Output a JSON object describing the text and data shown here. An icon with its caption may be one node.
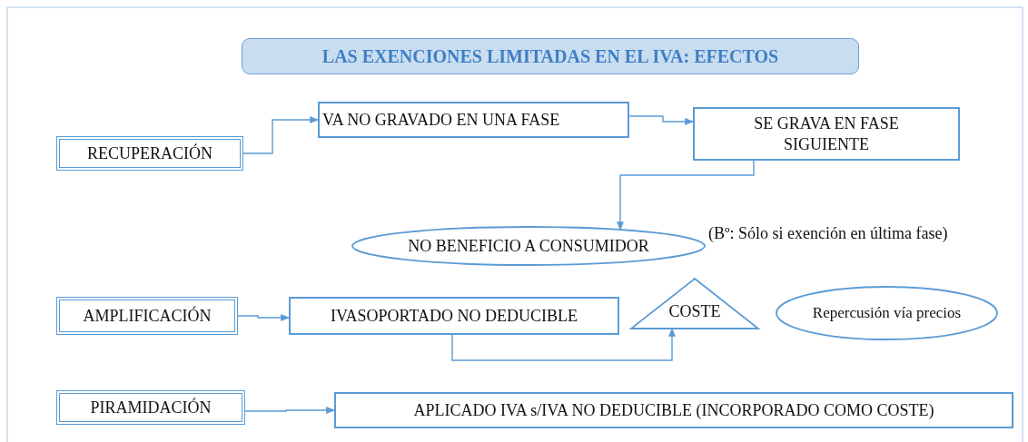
{
  "diagram": {
    "title": "LAS EXENCIONES LIMITADAS EN EL IVA: EFECTOS",
    "nodes": [
      {
        "text": [
          "RECUPERACIÓN"
        ]
      },
      {
        "text": [
          "VA NO GRAVADO EN UNA FASE"
        ]
      },
      {
        "text": [
          "SE GRAVA EN FASE SIGUIENTE"
        ]
      },
      {
        "text": [
          "NO BENEFICIO A CONSUMIDOR"
        ],
        "beside": [
          "(Bº: Sólo si exención en última fase)"
        ]
      },
      {
        "text": [
          "AMPLIFICACIÓN"
        ]
      },
      {
        "text": [
          "IVASOPORTADO NO DEDUCIBLE"
        ]
      },
      {
        "text": [
          "COSTE"
        ]
      },
      {
        "text": [
          "Repercusión vía precios"
        ]
      },
      {
        "text": [
          "PIRAMIDACIÓN"
        ]
      },
      {
        "text": [
          "APLICADO IVA s/IVA NO DEDUCIBLE (INCORPORADO COMO COSTE)"
        ]
      }
    ],
    "edges": [
      {
        "from": 0,
        "to": 1,
        "arrow": "to"
      },
      {
        "from": 1,
        "to": 2,
        "arrow": "to"
      },
      {
        "from": 2,
        "to": 3,
        "arrow": "to"
      },
      {
        "from": 4,
        "to": 5,
        "arrow": "to"
      },
      {
        "from": 5,
        "to": 6,
        "arrow": "to"
      },
      {
        "from": 8,
        "to": 9,
        "arrow": "to"
      }
    ]
  }
}
